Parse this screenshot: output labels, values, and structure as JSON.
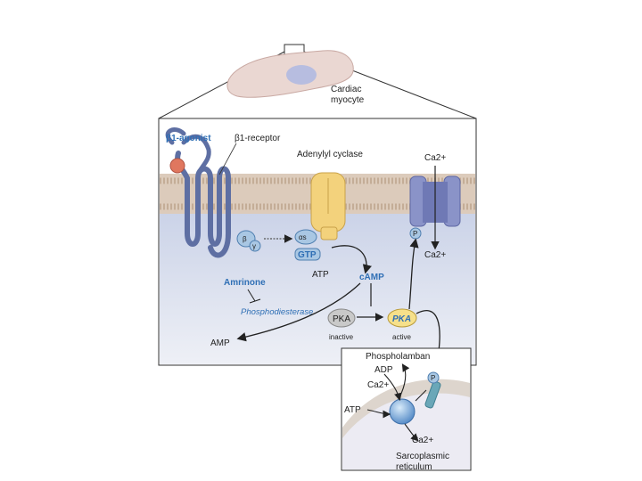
{
  "cell": {
    "title_line1": "Cardiac",
    "title_line2": "myocyte"
  },
  "receptor": {
    "agonist": "β1-agonist",
    "receptor_label": "β1-receptor",
    "beta": "β",
    "gamma": "γ"
  },
  "cyclase": {
    "label": "Adenylyl cyclase",
    "alpha_s": "αs",
    "gtp": "GTP",
    "atp": "ATP",
    "camp": "cAMP"
  },
  "channel": {
    "ca_out": "Ca2+",
    "ca_in": "Ca2+",
    "p": "P"
  },
  "drug": {
    "amrinone": "Amrinone",
    "phosphodiesterase": "Phosphodiesterase",
    "amp": "AMP"
  },
  "pka": {
    "inactive_name": "PKA",
    "inactive_state": "inactive",
    "active_name": "PKA",
    "active_state": "active"
  },
  "sr": {
    "phospholamban": "Phospholamban",
    "adp": "ADP",
    "ca_top": "Ca2+",
    "atp": "ATP",
    "ca_bottom": "Ca2+",
    "p": "P",
    "name_line1": "Sarcoplasmic",
    "name_line2": "reticulum"
  },
  "colors": {
    "membrane": "#d9c6b5",
    "cytoplasm": "#d7dded",
    "receptor": "#5e6fa3",
    "cyclase": "#f3d27c",
    "channel": "#8a93c8",
    "label_blue": "#2f6fb5",
    "pka_active": "#f6e08a",
    "pka_inactive": "#c9c9c9"
  }
}
